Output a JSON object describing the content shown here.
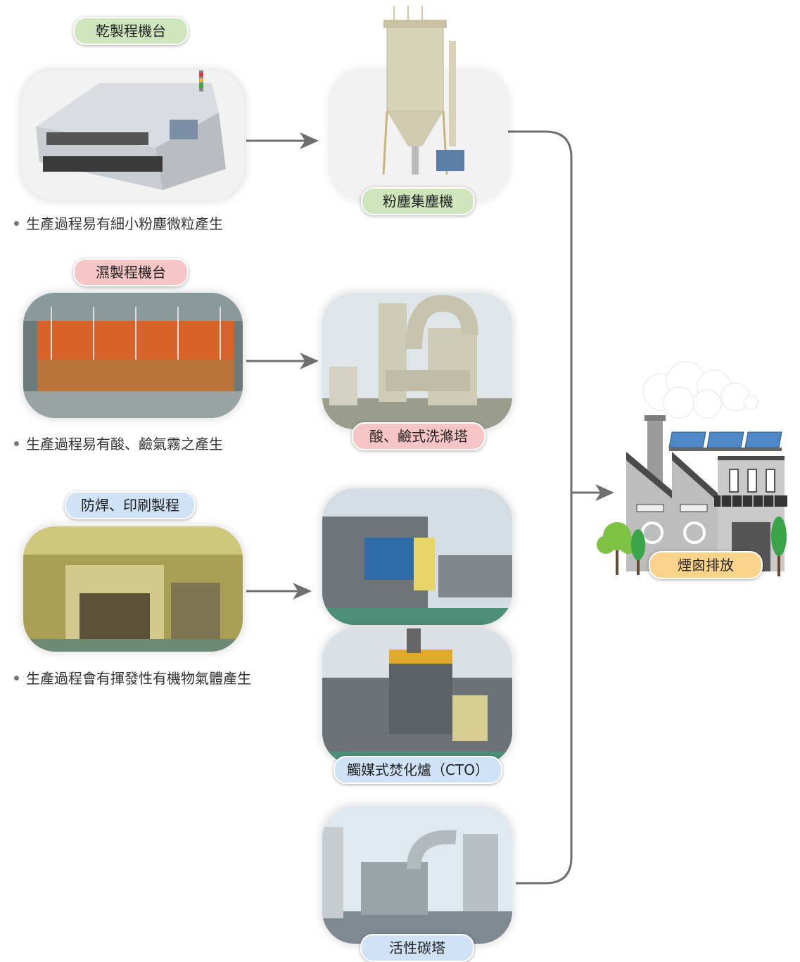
{
  "sources": [
    {
      "label": "乾製程機台",
      "note": "生產過程易有細小粉塵微粒產生"
    },
    {
      "label": "濕製程機台",
      "note": "生產過程易有酸、鹼氣霧之產生"
    },
    {
      "label": "防焊、印刷製程",
      "note": "生產過程會有揮發性有機物氣體產生"
    }
  ],
  "treatments": [
    {
      "label": "粉塵集塵機"
    },
    {
      "label": "酸、鹼式洗滌塔"
    },
    {
      "label": "觸媒式焚化爐（CTO）"
    },
    {
      "label": "活性碳塔"
    }
  ],
  "destination": {
    "label": "煙囪排放"
  },
  "colors": {
    "green": "#cfe6bd",
    "pink": "#f6c6c7",
    "blue": "#cfe2f6",
    "yellow": "#fbd38a",
    "arrow": "#6f6f6f"
  }
}
